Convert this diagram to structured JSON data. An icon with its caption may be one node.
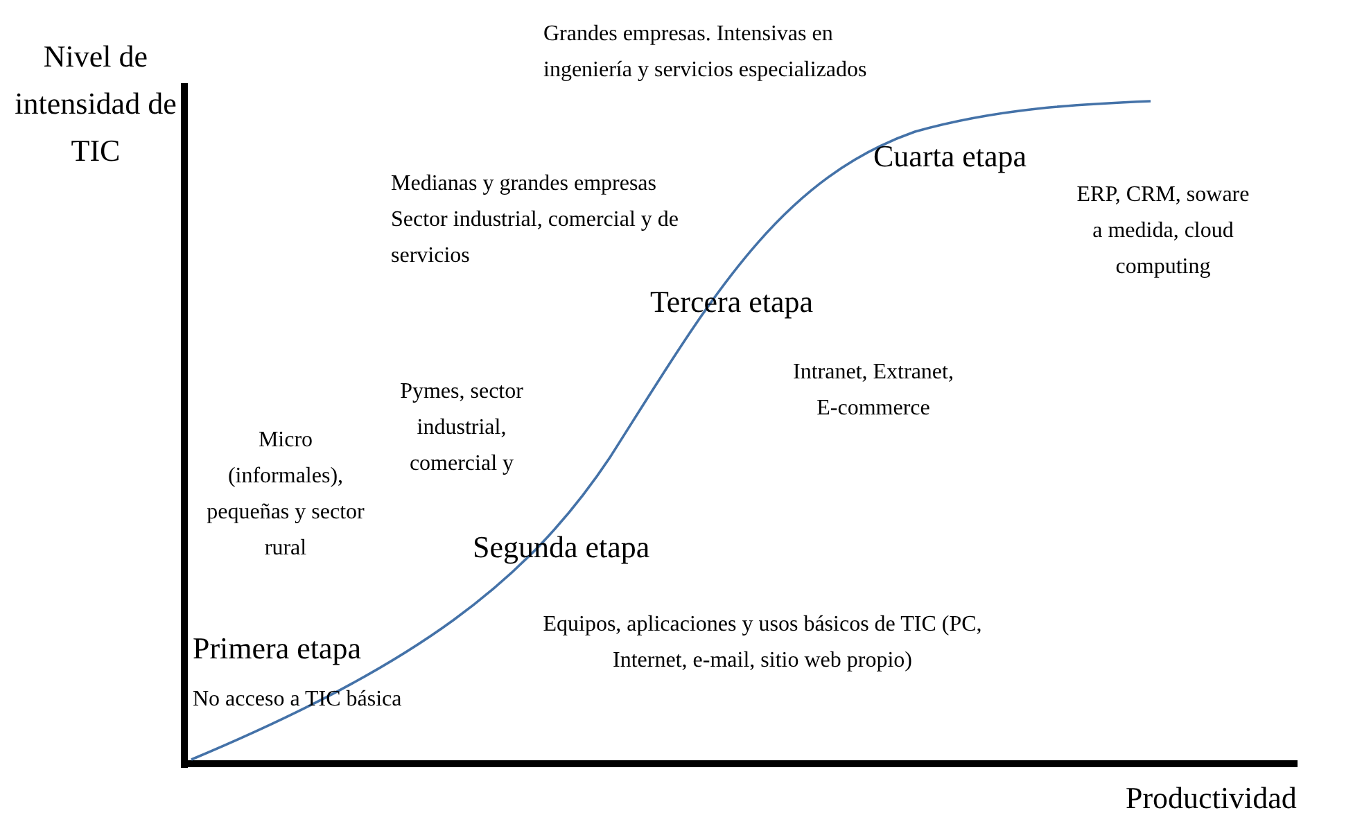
{
  "diagram": {
    "labels": [
      "Nivel de intensidad de TIC",
      "Grandes empresas. Intensivas en ingeniería y servicios especializados",
      "Cuarta etapa",
      "Medianas y grandes empresas Sector industrial, comercial y de servicios",
      "ERP, CRM, soware a medida, cloud computing",
      "Tercera etapa",
      "Intranet, Extranet, E-commerce",
      "Pymes, sector industrial, comercial y",
      "Micro (informales), pequeñas y sector rural",
      "Segunda etapa",
      "Equipos, aplicaciones y usos básicos de TIC (PC, Internet, e-mail, sitio web propio)",
      "Primera etapa",
      "No acceso a TIC básica",
      "Productividad"
    ]
  }
}
